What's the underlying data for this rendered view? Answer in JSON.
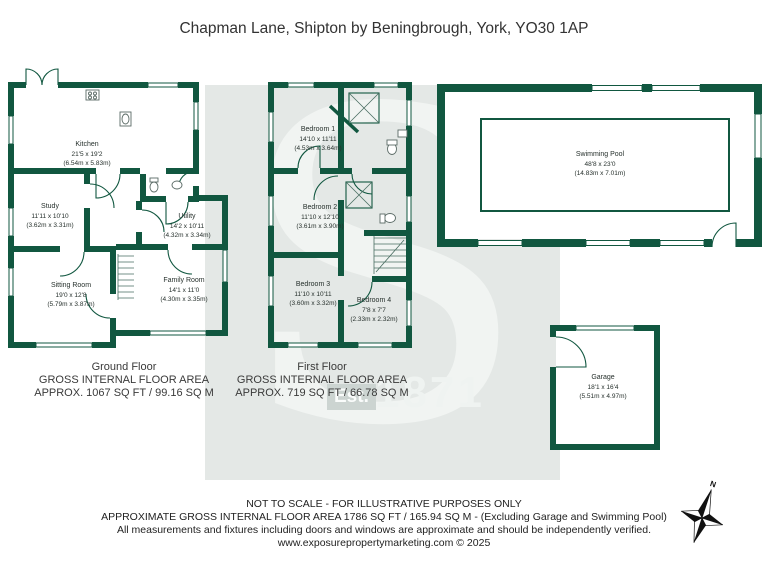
{
  "title": "Chapman Lane, Shipton by Beningbrough, York, YO30 1AP",
  "colors": {
    "wall_green": "#115740",
    "watermark_gray": "#e4e8e6"
  },
  "watermark": {
    "letter": "S",
    "est": "Est.",
    "year": "1871"
  },
  "compass": {
    "label": "N"
  },
  "rooms": {
    "kitchen": {
      "name": "Kitchen",
      "imperial": "21'5 x 19'2",
      "metric": "(6.54m x 5.83m)"
    },
    "study": {
      "name": "Study",
      "imperial": "11'11 x 10'10",
      "metric": "(3.62m x 3.31m)"
    },
    "utility": {
      "name": "Utility",
      "imperial": "14'2 x 10'11",
      "metric": "(4.32m x 3.34m)"
    },
    "sitting": {
      "name": "Sitting Room",
      "imperial": "19'0 x 12'8",
      "metric": "(5.79m x 3.87m)"
    },
    "family": {
      "name": "Family Room",
      "imperial": "14'1 x 11'0",
      "metric": "(4.30m x 3.35m)"
    },
    "bedroom1": {
      "name": "Bedroom 1",
      "imperial": "14'10 x 11'11",
      "metric": "(4.53m x 3.64m)"
    },
    "bedroom2": {
      "name": "Bedroom 2",
      "imperial": "11'10 x 12'10",
      "metric": "(3.61m x 3.90m)"
    },
    "bedroom3": {
      "name": "Bedroom 3",
      "imperial": "11'10 x 10'11",
      "metric": "(3.60m x 3.32m)"
    },
    "bedroom4": {
      "name": "Bedroom 4",
      "imperial": "7'8 x 7'7",
      "metric": "(2.33m x 2.32m)"
    },
    "pool": {
      "name": "Swimming Pool",
      "imperial": "48'8 x 23'0",
      "metric": "(14.83m x 7.01m)"
    },
    "garage": {
      "name": "Garage",
      "imperial": "18'1 x 16'4",
      "metric": "(5.51m x 4.97m)"
    }
  },
  "floors": {
    "ground": {
      "name": "Ground Floor",
      "line2": "GROSS INTERNAL FLOOR AREA",
      "line3": "APPROX. 1067 SQ FT / 99.16 SQ M"
    },
    "first": {
      "name": "First Floor",
      "line2": "GROSS INTERNAL FLOOR AREA",
      "line3": "APPROX. 719 SQ FT / 66.78 SQ M"
    }
  },
  "footer": {
    "line1": "NOT TO SCALE - FOR ILLUSTRATIVE PURPOSES ONLY",
    "line2": "APPROXIMATE GROSS INTERNAL FLOOR AREA 1786 SQ FT / 165.94 SQ M - (Excluding Garage and Swimming Pool)",
    "line3": "All measurements and fixtures including doors and windows are approximate and should be independently verified.",
    "line4": "www.exposurepropertymarketing.com © 2025"
  }
}
